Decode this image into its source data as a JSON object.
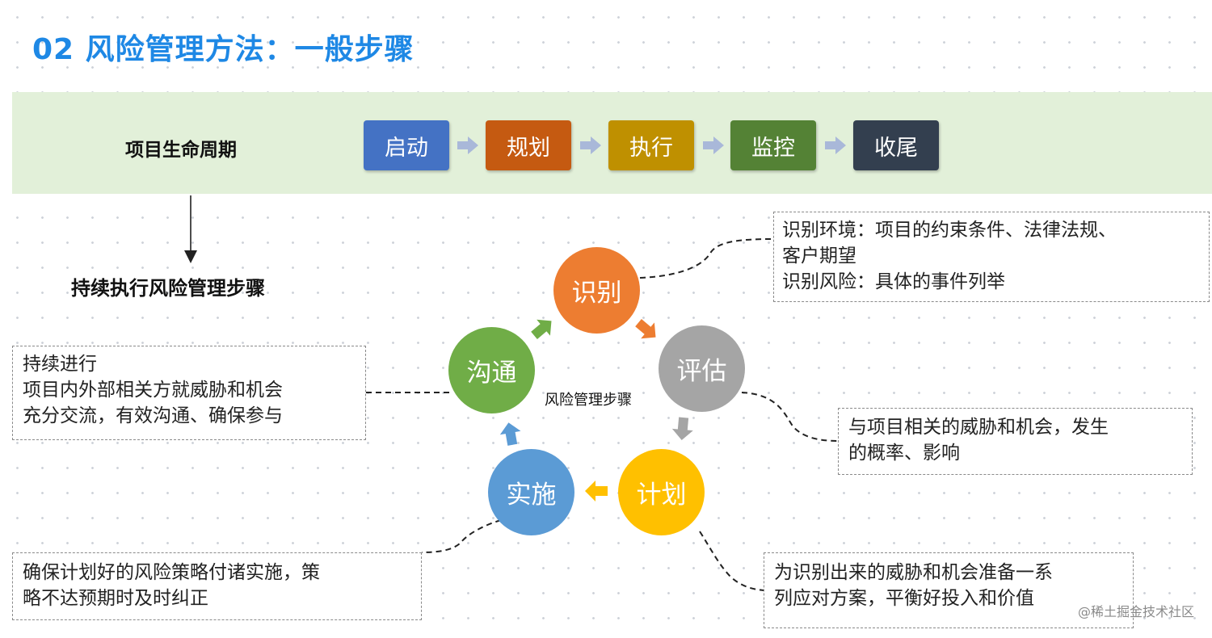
{
  "title": "02 风险管理方法：一般步骤",
  "lifecycle": {
    "label": "项目生命周期",
    "phases": [
      {
        "label": "启动",
        "color": "#4472c4"
      },
      {
        "label": "规划",
        "color": "#c55a11"
      },
      {
        "label": "执行",
        "color": "#bf9000"
      },
      {
        "label": "监控",
        "color": "#548235"
      },
      {
        "label": "收尾",
        "color": "#333f4f"
      }
    ],
    "arrow_color": "#a9b8d9"
  },
  "steps_label": "持续执行风险管理步骤",
  "cycle": {
    "center_label": "风险管理步骤",
    "nodes": [
      {
        "label": "识别",
        "color": "#ed7d31"
      },
      {
        "label": "评估",
        "color": "#a5a5a5"
      },
      {
        "label": "计划",
        "color": "#ffc000"
      },
      {
        "label": "实施",
        "color": "#5b9bd5"
      },
      {
        "label": "沟通",
        "color": "#70ad47"
      }
    ]
  },
  "notes": {
    "identify": [
      "识别环境：项目的约束条件、法律法规、",
      "客户期望",
      "识别风险：具体的事件列举"
    ],
    "assess": [
      "与项目相关的威胁和机会，发生",
      "的概率、影响"
    ],
    "plan": [
      "为识别出来的威胁和机会准备一系",
      "列应对方案，平衡好投入和价值"
    ],
    "implement": [
      "确保计划好的风险策略付诸实施，策",
      "略不达预期时及时纠正"
    ],
    "communicate": [
      "持续进行",
      "项目内外部相关方就威胁和机会",
      "充分交流，有效沟通、确保参与"
    ]
  },
  "watermark": "@稀土掘金技术社区"
}
